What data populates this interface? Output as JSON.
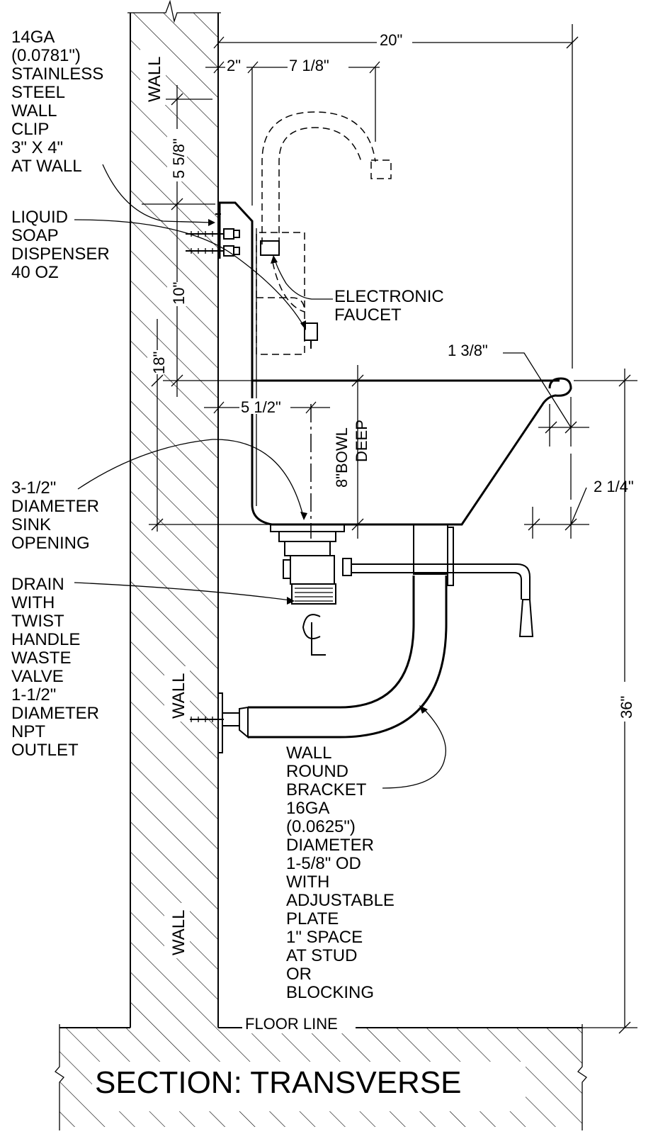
{
  "title": "SECTION: TRANSVERSE",
  "wall_labels": [
    "WALL",
    "WALL",
    "WALL"
  ],
  "floor_label": "FLOOR LINE",
  "callouts": {
    "wall_clip": [
      "14GA",
      "(0.0781\")",
      "STAINLESS",
      "STEEL",
      "WALL",
      "CLIP",
      "3\" X 4\"",
      "AT WALL"
    ],
    "soap": [
      "LIQUID",
      "SOAP",
      "DISPENSER",
      "40 OZ"
    ],
    "faucet": [
      "ELECTRONIC",
      "FAUCET"
    ],
    "opening": [
      "3-1/2\"",
      "DIAMETER",
      "SINK",
      "OPENING"
    ],
    "drain": [
      "DRAIN",
      "WITH",
      "TWIST",
      "HANDLE",
      "WASTE",
      "VALVE",
      "1-1/2\"",
      "DIAMETER",
      "NPT",
      "OUTLET"
    ],
    "bracket": [
      "WALL",
      "ROUND",
      "BRACKET",
      "16GA",
      "(0.0625\")",
      "DIAMETER",
      "1-5/8\" OD",
      "WITH",
      "ADJUSTABLE",
      "PLATE",
      "1\" SPACE",
      "AT STUD",
      "OR",
      "BLOCKING"
    ]
  },
  "dimensions": {
    "overall_depth": "20\"",
    "clip_offset": "2\"",
    "faucet_reach": "7 1/8\"",
    "clip_height": "5 5/8\"",
    "clip_to_rim": "10\"",
    "rim_to_bottom": "18\"",
    "drain_offset": "5 1/2\"",
    "bowl_depth_line1": "8\"BOWL",
    "bowl_depth_line2": "DEEP",
    "rim_lip": "1 3/8\"",
    "front_slope": "2 1/4\"",
    "rim_height": "36\""
  },
  "centerline_symbol": "CL"
}
